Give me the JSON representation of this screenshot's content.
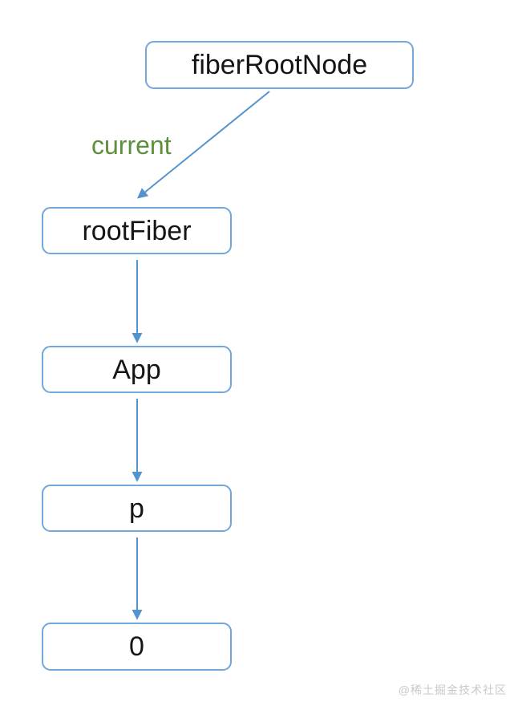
{
  "diagram": {
    "nodes": [
      {
        "label": "fiberRootNode"
      },
      {
        "label": "rootFiber"
      },
      {
        "label": "App"
      },
      {
        "label": "p"
      },
      {
        "label": "0"
      }
    ],
    "edges": [
      {
        "from": "fiberRootNode",
        "to": "rootFiber",
        "label": "current"
      },
      {
        "from": "rootFiber",
        "to": "App",
        "label": ""
      },
      {
        "from": "App",
        "to": "p",
        "label": ""
      },
      {
        "from": "p",
        "to": "0",
        "label": ""
      }
    ]
  },
  "watermark": {
    "text": "@稀土掘金技术社区"
  },
  "colors": {
    "background": "#ffffff",
    "box_border": "#72a7dc",
    "box_fill": "#ffffff",
    "node_text": "#151515",
    "arrow": "#5494ce",
    "edge_label": "#5d8f3c",
    "watermark": "#c9c9c9"
  }
}
